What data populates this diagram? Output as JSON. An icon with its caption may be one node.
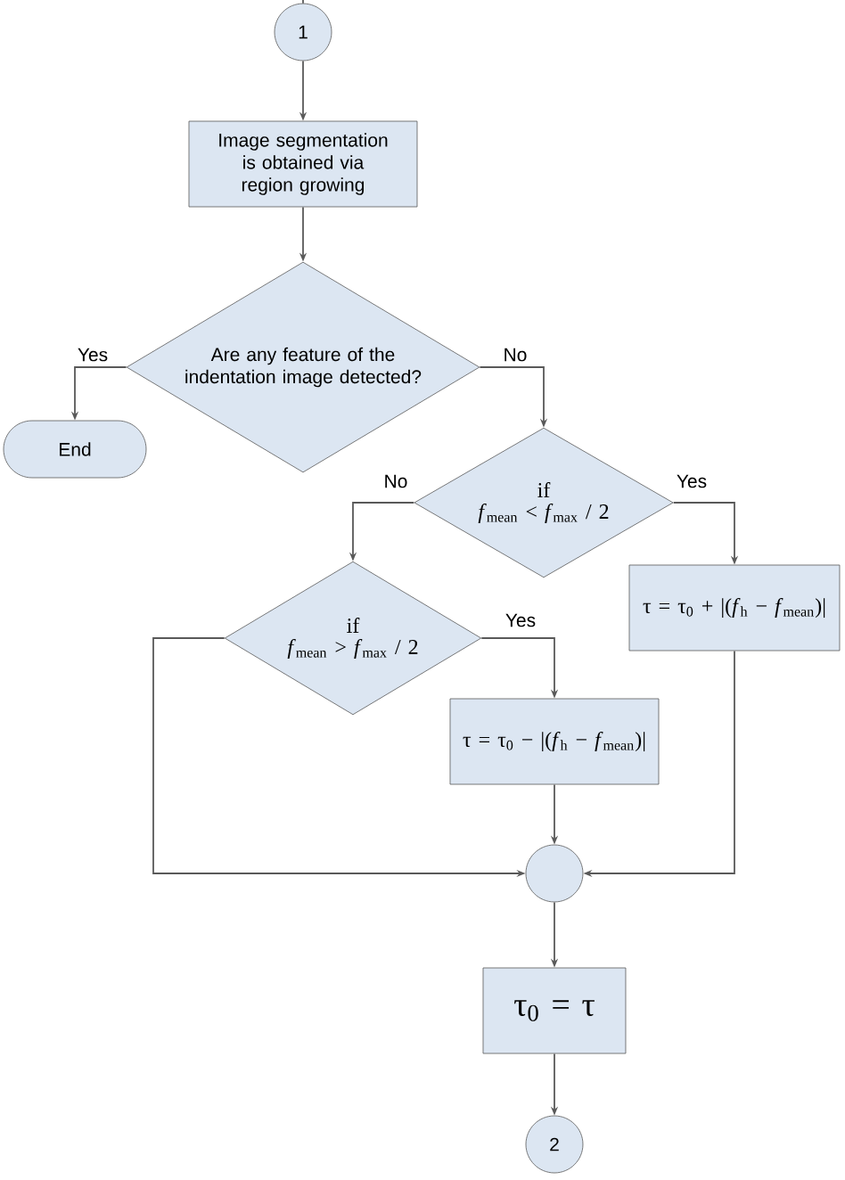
{
  "diagram": {
    "nodes": [
      {
        "text": [
          "1"
        ]
      },
      {
        "text": [
          "Image segmentation is obtained via region growing"
        ]
      },
      {
        "text": [
          "Are any feature of the indentation image detected?"
        ]
      },
      {
        "text": [
          "End"
        ]
      },
      {
        "text": [
          "if",
          "*f*$_{mean}$ < *f*$_{max}$ / 2"
        ]
      },
      {
        "text": [
          "τ = τ$_{0}$ + |(*f*$_{h}$ − *f*$_{mean}$)|"
        ]
      },
      {
        "text": [
          "if",
          "*f*$_{mean}$ > *f*$_{max}$ / 2"
        ]
      },
      {
        "text": [
          "τ = τ$_{0}$ − |(*f*$_{h}$ − *f*$_{mean}$)|"
        ]
      },
      {
        "text": [],
        "shape": "circle"
      },
      {
        "text": [
          "τ$_{0}$ = τ"
        ]
      },
      {
        "text": [
          "2"
        ]
      }
    ],
    "edges": [
      {
        "from": null,
        "to": 0,
        "arrow": "none"
      },
      {
        "from": 0,
        "to": 1,
        "arrow": "to"
      },
      {
        "from": 1,
        "to": 2,
        "arrow": "to"
      },
      {
        "from": 2,
        "to": 3,
        "arrow": "to",
        "label": "Yes"
      },
      {
        "from": 2,
        "to": 4,
        "arrow": "to",
        "label": "No"
      },
      {
        "from": 4,
        "to": 6,
        "arrow": "to",
        "label": "No"
      },
      {
        "from": 4,
        "to": 5,
        "arrow": "to",
        "label": "Yes"
      },
      {
        "from": 6,
        "to": 7,
        "arrow": "to",
        "label": "Yes"
      },
      {
        "from": 6,
        "to": 8,
        "arrow": "to"
      },
      {
        "from": 7,
        "to": 8,
        "arrow": "to"
      },
      {
        "from": 5,
        "to": 8,
        "arrow": "to"
      },
      {
        "from": 8,
        "to": 9,
        "arrow": "to"
      },
      {
        "from": 9,
        "to": 10,
        "arrow": "to"
      }
    ]
  }
}
